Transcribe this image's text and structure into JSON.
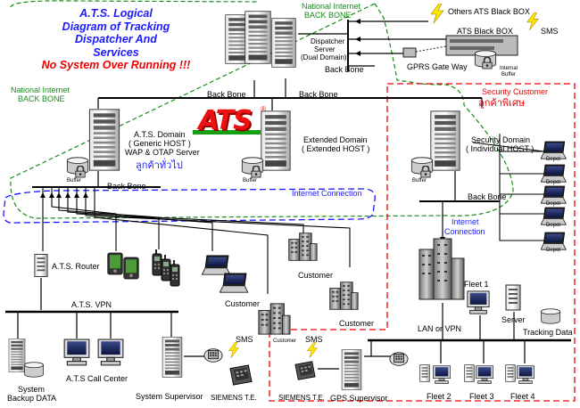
{
  "title": {
    "line1": "A.T.S. Logical",
    "line2": "Diagram of Tracking",
    "line3": "Dispatcher And",
    "line4": "Services",
    "warning": "No System Over Running !!!"
  },
  "logo": {
    "text": "ATS",
    "mark": "®"
  },
  "labels": {
    "national_internet_top": "National Internet",
    "backbone_top": "BACK BONE",
    "national_internet_left": "National Internet",
    "backbone_left": "BACK BONE",
    "dispatcher_server_1": "Dispatcher",
    "dispatcher_server_2": "Server",
    "dispatcher_server_3": "(Dual Domain)",
    "backbone_dispatcher": "Back Bone",
    "others_ats": "Others ATS Black BOX",
    "ats_black_box": "ATS Black BOX",
    "sms_top": "SMS",
    "gprs": "GPRS Gate Way",
    "internal_buffer_1": "Internal",
    "internal_buffer_2": "Buffer",
    "backbone_mid_left": "Back Bone",
    "backbone_mid_right": "Back Bone",
    "ats_domain_1": "A.T.S. Domain",
    "ats_domain_2": "( Generic HOST )",
    "ats_domain_3": "WAP & OTAP Server",
    "ats_domain_thai": "ลูกค้าทั่วไป",
    "extended_domain_1": "Extended Domain",
    "extended_domain_2": "( Extended HOST )",
    "security_customer": "Security Customer",
    "security_thai": "ลูกค้าพิเศษ",
    "security_domain_1": "Security Domain",
    "security_domain_2": "( Individual HOST )",
    "buffer_1": "Buffer",
    "buffer_2": "Buffer",
    "buffer_3": "Buffer",
    "backbone_ats": "Back Bone",
    "backbone_security": "Back Bone",
    "internet_connection": "Internet Connection",
    "internet_connection_right_1": "Internet",
    "internet_connection_right_2": "Connection",
    "depot_1": "Depot",
    "depot_2": "Depot",
    "depot_3": "Depot",
    "depot_4": "Depot",
    "depot_5": "Depot",
    "ats_router": "A.T.S. Router",
    "ats_vpn": "A.T.S.  VPN",
    "customer_1": "Customer",
    "customer_2": "Customer",
    "customer_3": "Customer",
    "customer_4": "Customer",
    "system_backup_1": "System",
    "system_backup_2": "Backup DATA",
    "call_center": "A.T.S Call Center",
    "system_supervisor": "System Supervisor",
    "sms_left": "SMS",
    "siemens_left": "SIEMENS T.E.",
    "sms_right": "SMS",
    "siemens_right": "SIEMENS T.E.",
    "gps_supervisor": "GPS Supervisor",
    "fleet_1": "Fleet 1",
    "fleet_2": "Fleet 2",
    "fleet_3": "Fleet 3",
    "fleet_4": "Fleet 4",
    "server": "Server",
    "lan_vpn": "LAN or VPN",
    "tracking_data": "Tracking Data"
  },
  "colors": {
    "green_zone": "#1a8a1a",
    "blue_zone": "#1a1aff",
    "red_zone": "#ee0000",
    "line": "#000000"
  }
}
